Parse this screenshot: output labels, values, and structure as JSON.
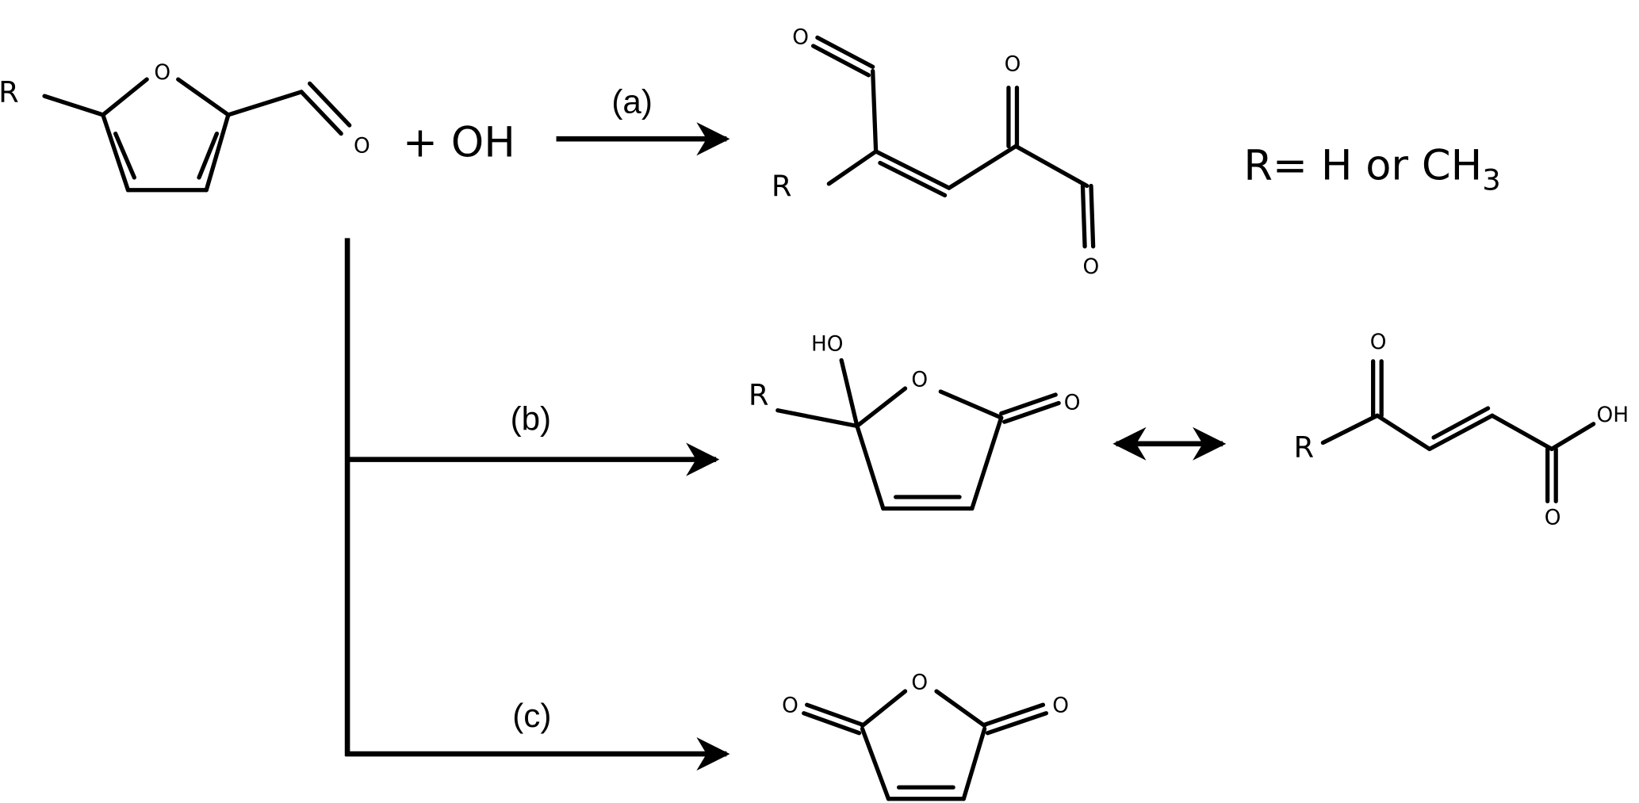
{
  "reactant": {
    "substituent": "R",
    "ring_oxygen": "O",
    "aldehyde_oxygen": "O",
    "plus_reagent": "+ OH"
  },
  "pathways": [
    {
      "label": "(a)"
    },
    {
      "label": "(b)"
    },
    {
      "label": "(c)"
    }
  ],
  "product_a": {
    "substituent": "R",
    "oxygens": [
      "O",
      "O",
      "O"
    ]
  },
  "r_definition": {
    "text": "R= H or CH",
    "subscript": "3"
  },
  "product_b": {
    "substituent": "R",
    "hydroxyl": "HO",
    "ring_oxygen": "O",
    "carbonyl_oxygen": "O"
  },
  "product_b_open": {
    "substituent": "R",
    "ketone_oxygen": "O",
    "acid_hydroxyl": "OH",
    "acid_oxygen": "O"
  },
  "product_c": {
    "ring_oxygen": "O",
    "left_oxygen": "O",
    "right_oxygen": "O"
  }
}
